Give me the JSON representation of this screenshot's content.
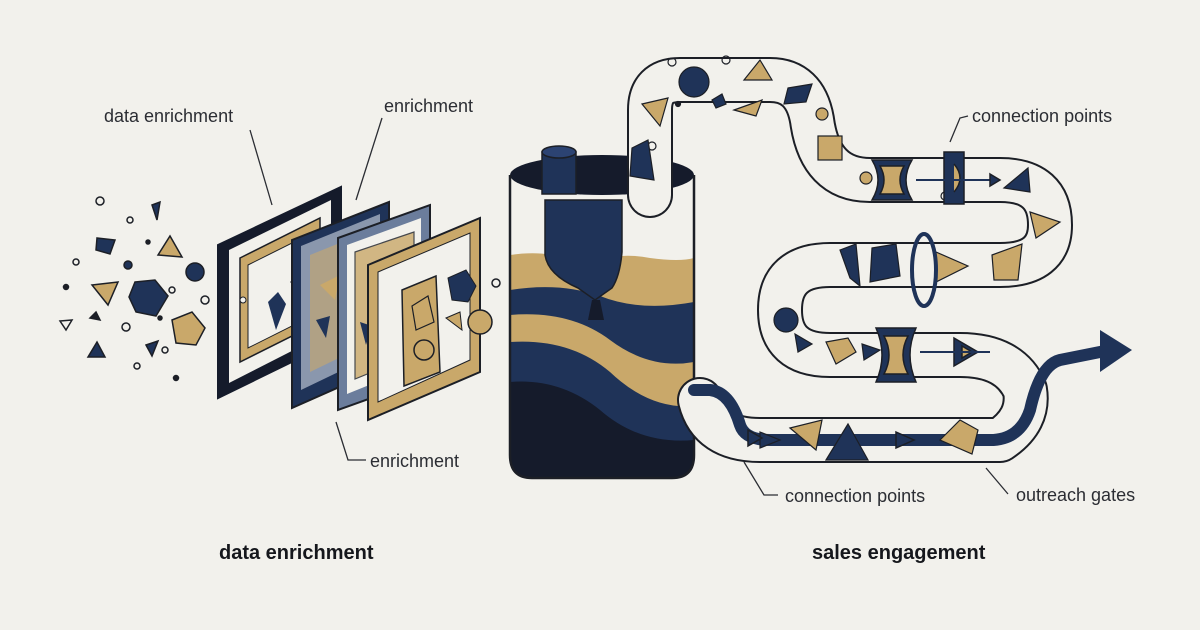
{
  "labels": {
    "data_enrichment_top": "data enrichment",
    "enrichment_top": "enrichment",
    "enrichment_bottom": "enrichment",
    "connection_points_top": "connection points",
    "connection_points_bottom": "connection points",
    "outreach_gates": "outreach gates"
  },
  "captions": {
    "left": "data enrichment",
    "right": "sales engagement"
  },
  "colors": {
    "navy": "#1f3358",
    "dark": "#151b2b",
    "gold": "#c9a86a",
    "slate": "#6b7d9c",
    "outline": "#1c1f26",
    "background": "#f2f1ec"
  }
}
